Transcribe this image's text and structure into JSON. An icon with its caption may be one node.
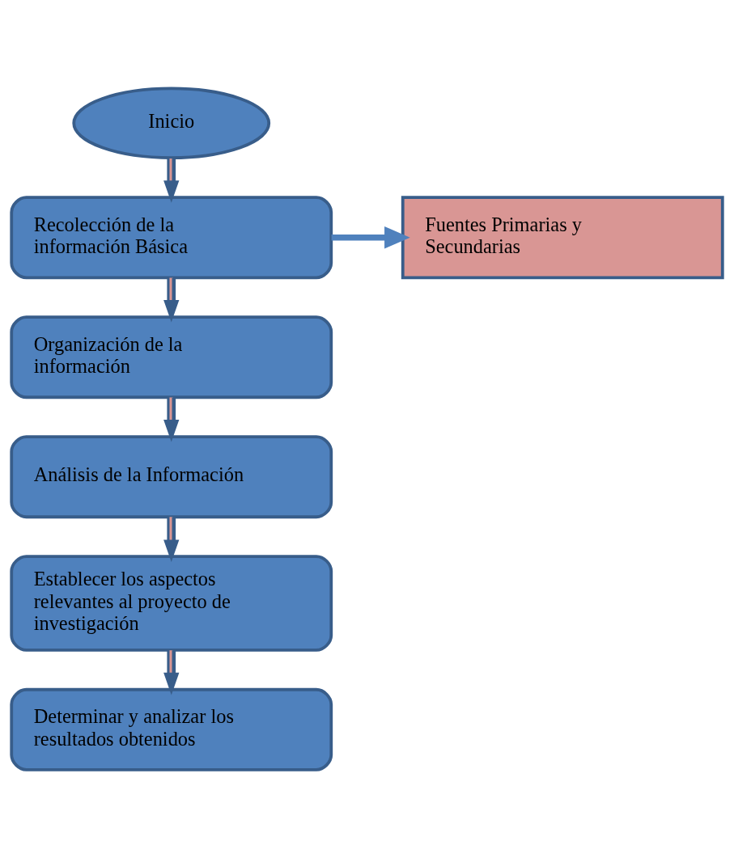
{
  "diagram": {
    "nodes": [
      {
        "text": [
          "Inicio"
        ]
      },
      {
        "text": [
          "Recolección de la información Básica"
        ]
      },
      {
        "text": [
          "Fuentes Primarias y Secundarias"
        ]
      },
      {
        "text": [
          "Organización de la información"
        ]
      },
      {
        "text": [
          "Análisis de la Información"
        ]
      },
      {
        "text": [
          "Establecer los aspectos relevantes al proyecto de investigación"
        ]
      },
      {
        "text": [
          "Determinar y analizar los resultados obtenidos"
        ]
      }
    ],
    "edges": [
      {
        "from": 0,
        "to": 1,
        "arrow": "to"
      },
      {
        "from": 1,
        "to": 2,
        "arrow": "to",
        "color": "#4f81bd"
      },
      {
        "from": 1,
        "to": 3,
        "arrow": "to"
      },
      {
        "from": 3,
        "to": 4,
        "arrow": "to"
      },
      {
        "from": 4,
        "to": 5,
        "arrow": "to"
      },
      {
        "from": 5,
        "to": 6,
        "arrow": "to"
      }
    ]
  }
}
